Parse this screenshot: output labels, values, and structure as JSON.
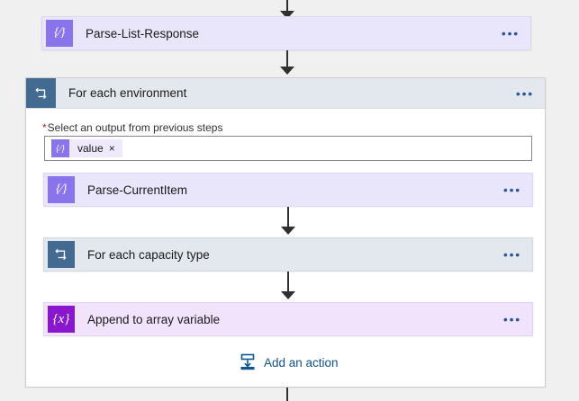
{
  "canvas": {
    "background_color": "#f0f0f0",
    "accent_link_color": "#0f548c"
  },
  "steps": [
    {
      "name": "parse-list-response",
      "title": "Parse-List-Response",
      "icon": "parse-json-icon",
      "icon_glyph": "{∕}",
      "icon_color": "#8a74ec",
      "card_color": "#e9e6fb",
      "menu": "•••"
    }
  ],
  "scope": {
    "title": "For each environment",
    "icon": "foreach-loop-icon",
    "icon_color": "#436a90",
    "header_color": "#e3e8ef",
    "menu": "•••",
    "field": {
      "label": "Select an output from previous steps",
      "required_marker": "*",
      "token": {
        "text": "value",
        "icon": "parse-json-icon",
        "icon_glyph": "{∕}",
        "remove": "×"
      }
    },
    "children": [
      {
        "name": "parse-currentitem",
        "title": "Parse-CurrentItem",
        "icon": "parse-json-icon",
        "icon_glyph": "{∕}",
        "icon_color": "#8a74ec",
        "card_color": "#e9e6fb",
        "menu": "•••"
      },
      {
        "name": "for-each-capacity-type",
        "title": "For each capacity type",
        "icon": "foreach-loop-icon",
        "icon_color": "#436a90",
        "card_color": "#e3e8ef",
        "menu": "•••"
      },
      {
        "name": "append-to-array-variable",
        "title": "Append to array variable",
        "icon": "variable-icon",
        "icon_glyph": "{x}",
        "icon_color": "#8a16cd",
        "card_color": "#f0e3fb",
        "menu": "•••"
      }
    ],
    "add_action": {
      "label": "Add an action",
      "icon": "insert-action-icon"
    }
  }
}
